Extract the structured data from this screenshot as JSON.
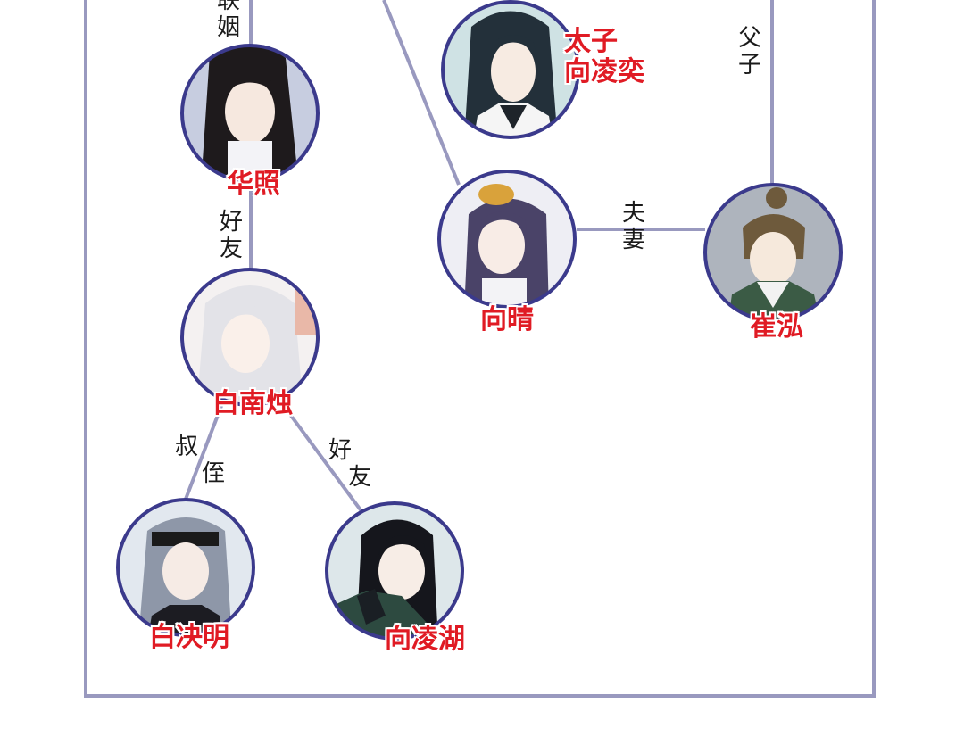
{
  "colors": {
    "line": "#9999bf",
    "node_ring": "#3b3a8c",
    "name_text": "#e01b24",
    "relation_text": "#1a1a1a"
  },
  "relations": {
    "marriage_top": [
      "联",
      "姻"
    ],
    "friend_1": [
      "好",
      "友"
    ],
    "father_son": [
      "父",
      "子"
    ],
    "husband_wife": [
      "夫",
      "妻"
    ],
    "uncle_nephew": [
      "叔",
      "侄"
    ],
    "friend_2": [
      "好",
      "友"
    ]
  },
  "characters": {
    "huazhao": {
      "name": "华照",
      "portrait": "woman-black-hair-portrait"
    },
    "prince": {
      "title": "太子",
      "name": "向凌奕",
      "portrait": "man-long-black-hair-portrait"
    },
    "xiangqing": {
      "name": "向晴",
      "portrait": "woman-gold-hairpin-portrait"
    },
    "cuihong": {
      "name": "崔泓",
      "portrait": "man-topknot-portrait"
    },
    "bainanzhu": {
      "name": "白南烛",
      "portrait": "man-white-hair-portrait"
    },
    "baijueming": {
      "name": "白决明",
      "portrait": "man-headband-portrait"
    },
    "xianglinghu": {
      "name": "向凌湖",
      "portrait": "man-dark-robe-portrait"
    }
  }
}
